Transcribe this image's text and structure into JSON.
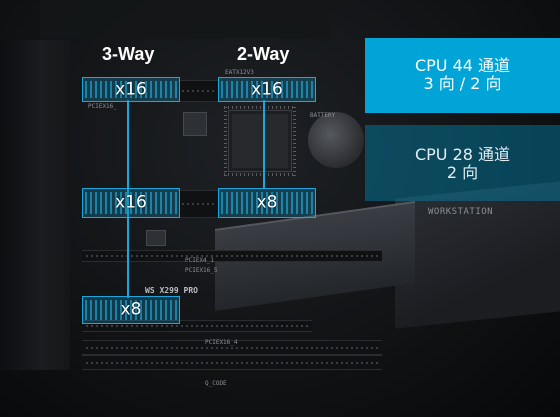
{
  "headings": {
    "three_way": "3-Way",
    "two_way": "2-Way"
  },
  "slots": [
    {
      "label": "x16"
    },
    {
      "label": "x16"
    },
    {
      "label": "x16"
    },
    {
      "label": "x8"
    },
    {
      "label": "x8"
    }
  ],
  "lane_info": {
    "cpu44": {
      "line1": "CPU 44 通道",
      "line2": "3 向 / 2 向"
    },
    "cpu28": {
      "line1": "CPU 28 通道",
      "line2": "2 向"
    }
  },
  "silkscreen": {
    "eatx": "EATX12V3",
    "pciex16_1": "PCIEX16_",
    "pciex4_1": "PCIEX4_1",
    "pciex16_5": "PCIEX16_5",
    "pciex16_4": "PCIEX16_4",
    "workstation": "WORKSTATION",
    "model": "WS X299 PRO",
    "battery": "BATTERY",
    "qcode": "Q_CODE"
  },
  "colors": {
    "accent": "#00a4d6",
    "highlight_border": "#1aa8dc"
  }
}
